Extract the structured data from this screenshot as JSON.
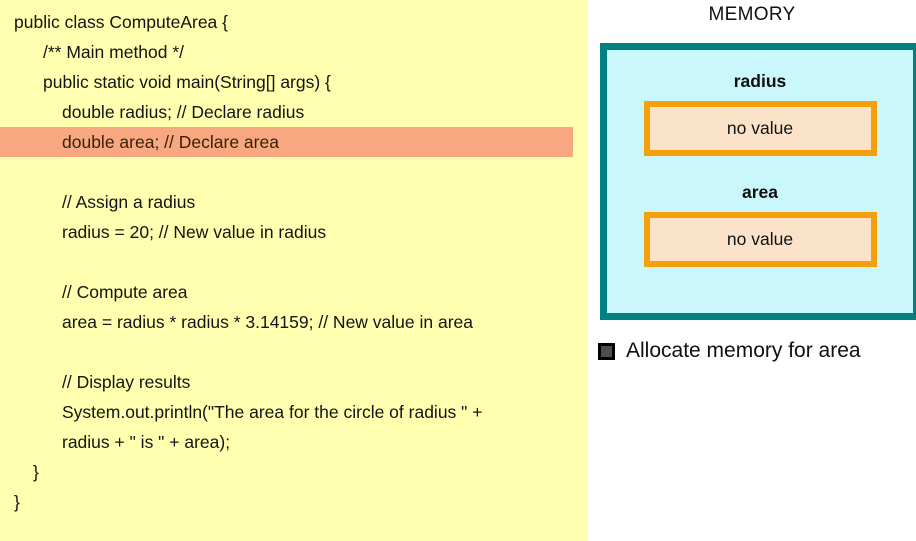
{
  "code_panel": {
    "background_color": "#ffffaf",
    "highlight_color": "#f7a881",
    "lines": [
      {
        "text": "public class ComputeArea {",
        "indent": 0,
        "highlight": false
      },
      {
        "text": "/** Main method */",
        "indent": 1,
        "highlight": false
      },
      {
        "text": "public static void main(String[] args) {",
        "indent": 1,
        "highlight": false
      },
      {
        "text": "double radius; // Declare radius",
        "indent": 2,
        "highlight": false
      },
      {
        "text": "double area; // Declare area",
        "indent": 2,
        "highlight": true
      },
      {
        "text": "",
        "indent": 0,
        "highlight": false
      },
      {
        "text": "// Assign a radius",
        "indent": 2,
        "highlight": false
      },
      {
        "text": "radius = 20; // New value in radius",
        "indent": 2,
        "highlight": false
      },
      {
        "text": "",
        "indent": 0,
        "highlight": false
      },
      {
        "text": "// Compute area",
        "indent": 2,
        "highlight": false
      },
      {
        "text": "area = radius * radius * 3.14159; // New value in area",
        "indent": 2,
        "highlight": false
      },
      {
        "text": "",
        "indent": 0,
        "highlight": false
      },
      {
        "text": "// Display results",
        "indent": 2,
        "highlight": false
      },
      {
        "text": "System.out.println(\"The area for the circle of radius \" +",
        "indent": 2,
        "highlight": false
      },
      {
        "text": "radius + \" is \" + area);",
        "indent": 2,
        "highlight": false
      },
      {
        "text": "}",
        "indent": 9,
        "highlight": false
      },
      {
        "text": "}",
        "indent": 0,
        "highlight": false
      }
    ]
  },
  "memory": {
    "title": "MEMORY",
    "box_border_color": "#00807e",
    "box_fill_color": "#c9f7fb",
    "value_border_color": "#f59f0b",
    "value_fill_color": "#fae3c9",
    "slots": [
      {
        "name": "radius",
        "value": "no value"
      },
      {
        "name": "area",
        "value": "no value"
      }
    ]
  },
  "legend": {
    "swatch_color": "#4d4d4d",
    "caption": "Allocate memory for area"
  }
}
